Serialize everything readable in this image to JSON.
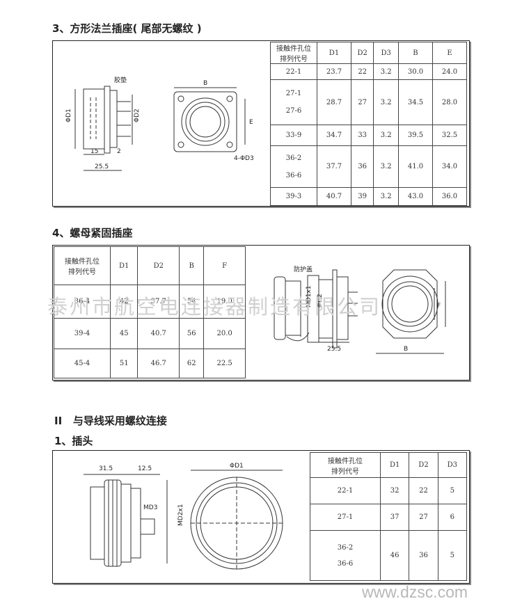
{
  "section3": {
    "title": "3、方形法兰插座( 尾部无螺纹 )",
    "drawing": {
      "label_gasket": "胶垫",
      "label_d1": "ΦD1",
      "label_d2": "ΦD2",
      "label_15": "15",
      "label_2": "2",
      "label_255": "25.5",
      "label_b": "B",
      "label_e": "E",
      "label_d3": "4-ΦD3"
    },
    "table": {
      "header_line1": "接触件孔位",
      "header_line2": "排列代号",
      "columns": [
        "D1",
        "D2",
        "D3",
        "B",
        "E"
      ],
      "rows": [
        {
          "codes": [
            "22-1"
          ],
          "values": [
            "23.7",
            "22",
            "3.2",
            "30.0",
            "24.0"
          ]
        },
        {
          "codes": [
            "27-1",
            "27-6"
          ],
          "values": [
            "28.7",
            "27",
            "3.2",
            "34.5",
            "28.0"
          ]
        },
        {
          "codes": [
            "33-9"
          ],
          "values": [
            "34.7",
            "33",
            "3.2",
            "39.5",
            "32.5"
          ]
        },
        {
          "codes": [
            "36-2",
            "36-6"
          ],
          "values": [
            "37.7",
            "36",
            "3.2",
            "41.0",
            "34.0"
          ]
        },
        {
          "codes": [
            "39-3"
          ],
          "values": [
            "40.7",
            "39",
            "3.2",
            "43.0",
            "36.0"
          ]
        }
      ]
    }
  },
  "section4": {
    "title": "4、螺母紧固插座",
    "table": {
      "header_line1": "接触件孔位",
      "header_line2": "排列代号",
      "columns": [
        "D1",
        "D2",
        "B",
        "F"
      ],
      "rows": [
        {
          "code": "36-4",
          "values": [
            "42",
            "37.7",
            "54",
            "19.0"
          ]
        },
        {
          "code": "39-4",
          "values": [
            "45",
            "40.7",
            "56",
            "20.0"
          ]
        },
        {
          "code": "45-4",
          "values": [
            "51",
            "46.7",
            "62",
            "22.5"
          ]
        }
      ]
    },
    "drawing": {
      "label_cap": "防护盖",
      "label_md1": "MD1x1",
      "label_d2": "ΦD2",
      "label_255": "25.5",
      "label_b": "B",
      "label_f": "F"
    }
  },
  "section2": {
    "title": "II   与导线采用螺纹连接"
  },
  "section1": {
    "title": "1、插头",
    "drawing": {
      "label_315": "31.5",
      "label_125": "12.5",
      "label_md3": "MD3",
      "label_md2": "MD2x1",
      "label_d1": "ΦD1"
    },
    "table": {
      "header_line1": "接触件孔位",
      "header_line2": "排列代号",
      "columns": [
        "D1",
        "D2",
        "D3"
      ],
      "rows": [
        {
          "codes": [
            "22-1"
          ],
          "values": [
            "32",
            "22",
            "5"
          ]
        },
        {
          "codes": [
            "27-1"
          ],
          "values": [
            "37",
            "27",
            "6"
          ]
        },
        {
          "codes": [
            "36-2",
            "36-6"
          ],
          "values": [
            "46",
            "36",
            "5"
          ]
        }
      ]
    }
  },
  "watermark": "泰州市航空电连接器制造有限公司",
  "watermark_url": "www.dzsc.com"
}
